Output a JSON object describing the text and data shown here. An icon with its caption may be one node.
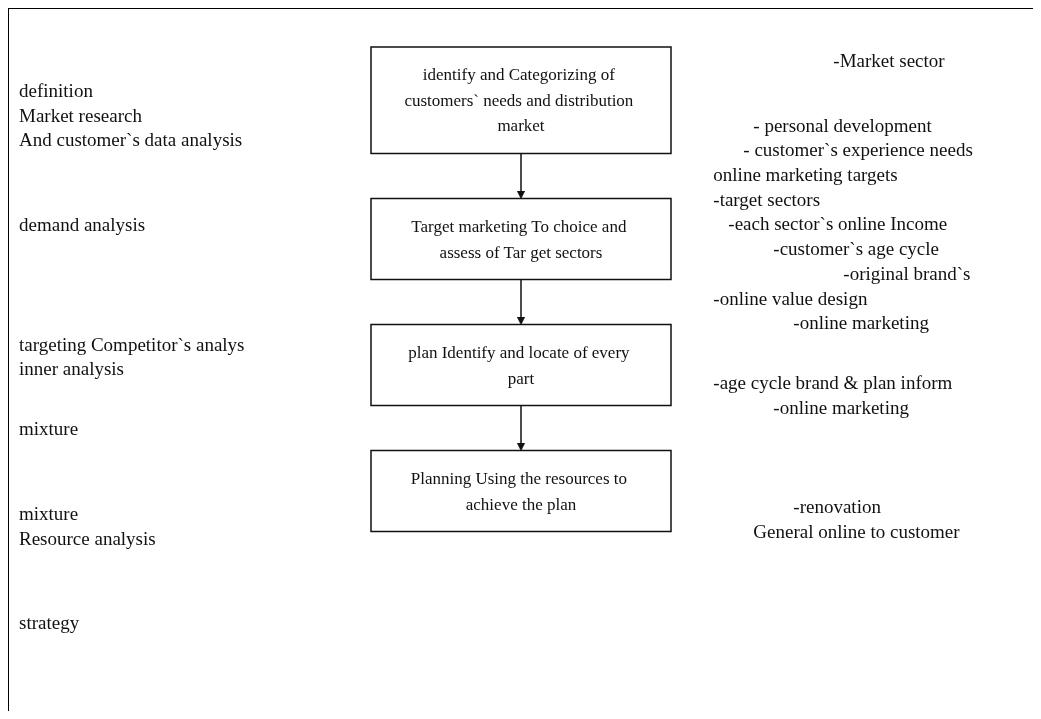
{
  "diagram": {
    "nodes": [
      {
        "text": [
          "identify and Categorizing of customers` needs and distribution market"
        ]
      },
      {
        "text": [
          "Target marketing To choice and assess of Tar get sectors"
        ]
      },
      {
        "text": [
          "plan Identify and locate of every part"
        ]
      },
      {
        "text": [
          "Planning Using the resources to achieve the plan"
        ]
      }
    ],
    "edges": [
      {
        "from": 0,
        "to": 1,
        "arrow": "to"
      },
      {
        "from": 1,
        "to": 2,
        "arrow": "to"
      },
      {
        "from": 2,
        "to": 3,
        "arrow": "to"
      }
    ],
    "labels": [
      "definition",
      "Market research",
      "And customer`s data analysis",
      "demand analysis",
      "targeting Competitor`s analys",
      "inner analysis",
      "mixture",
      "mixture",
      "Resource analysis",
      "strategy",
      "-Market sector",
      "- personal development",
      "- customer`s experience needs",
      "online marketing targets",
      "-target sectors",
      "-each sector`s online Income",
      "-customer`s age cycle",
      "-original brand`s",
      "-online value design",
      "-online marketing",
      "-age cycle brand & plan inform",
      "-online marketing",
      "-renovation",
      "General online to customer"
    ]
  }
}
